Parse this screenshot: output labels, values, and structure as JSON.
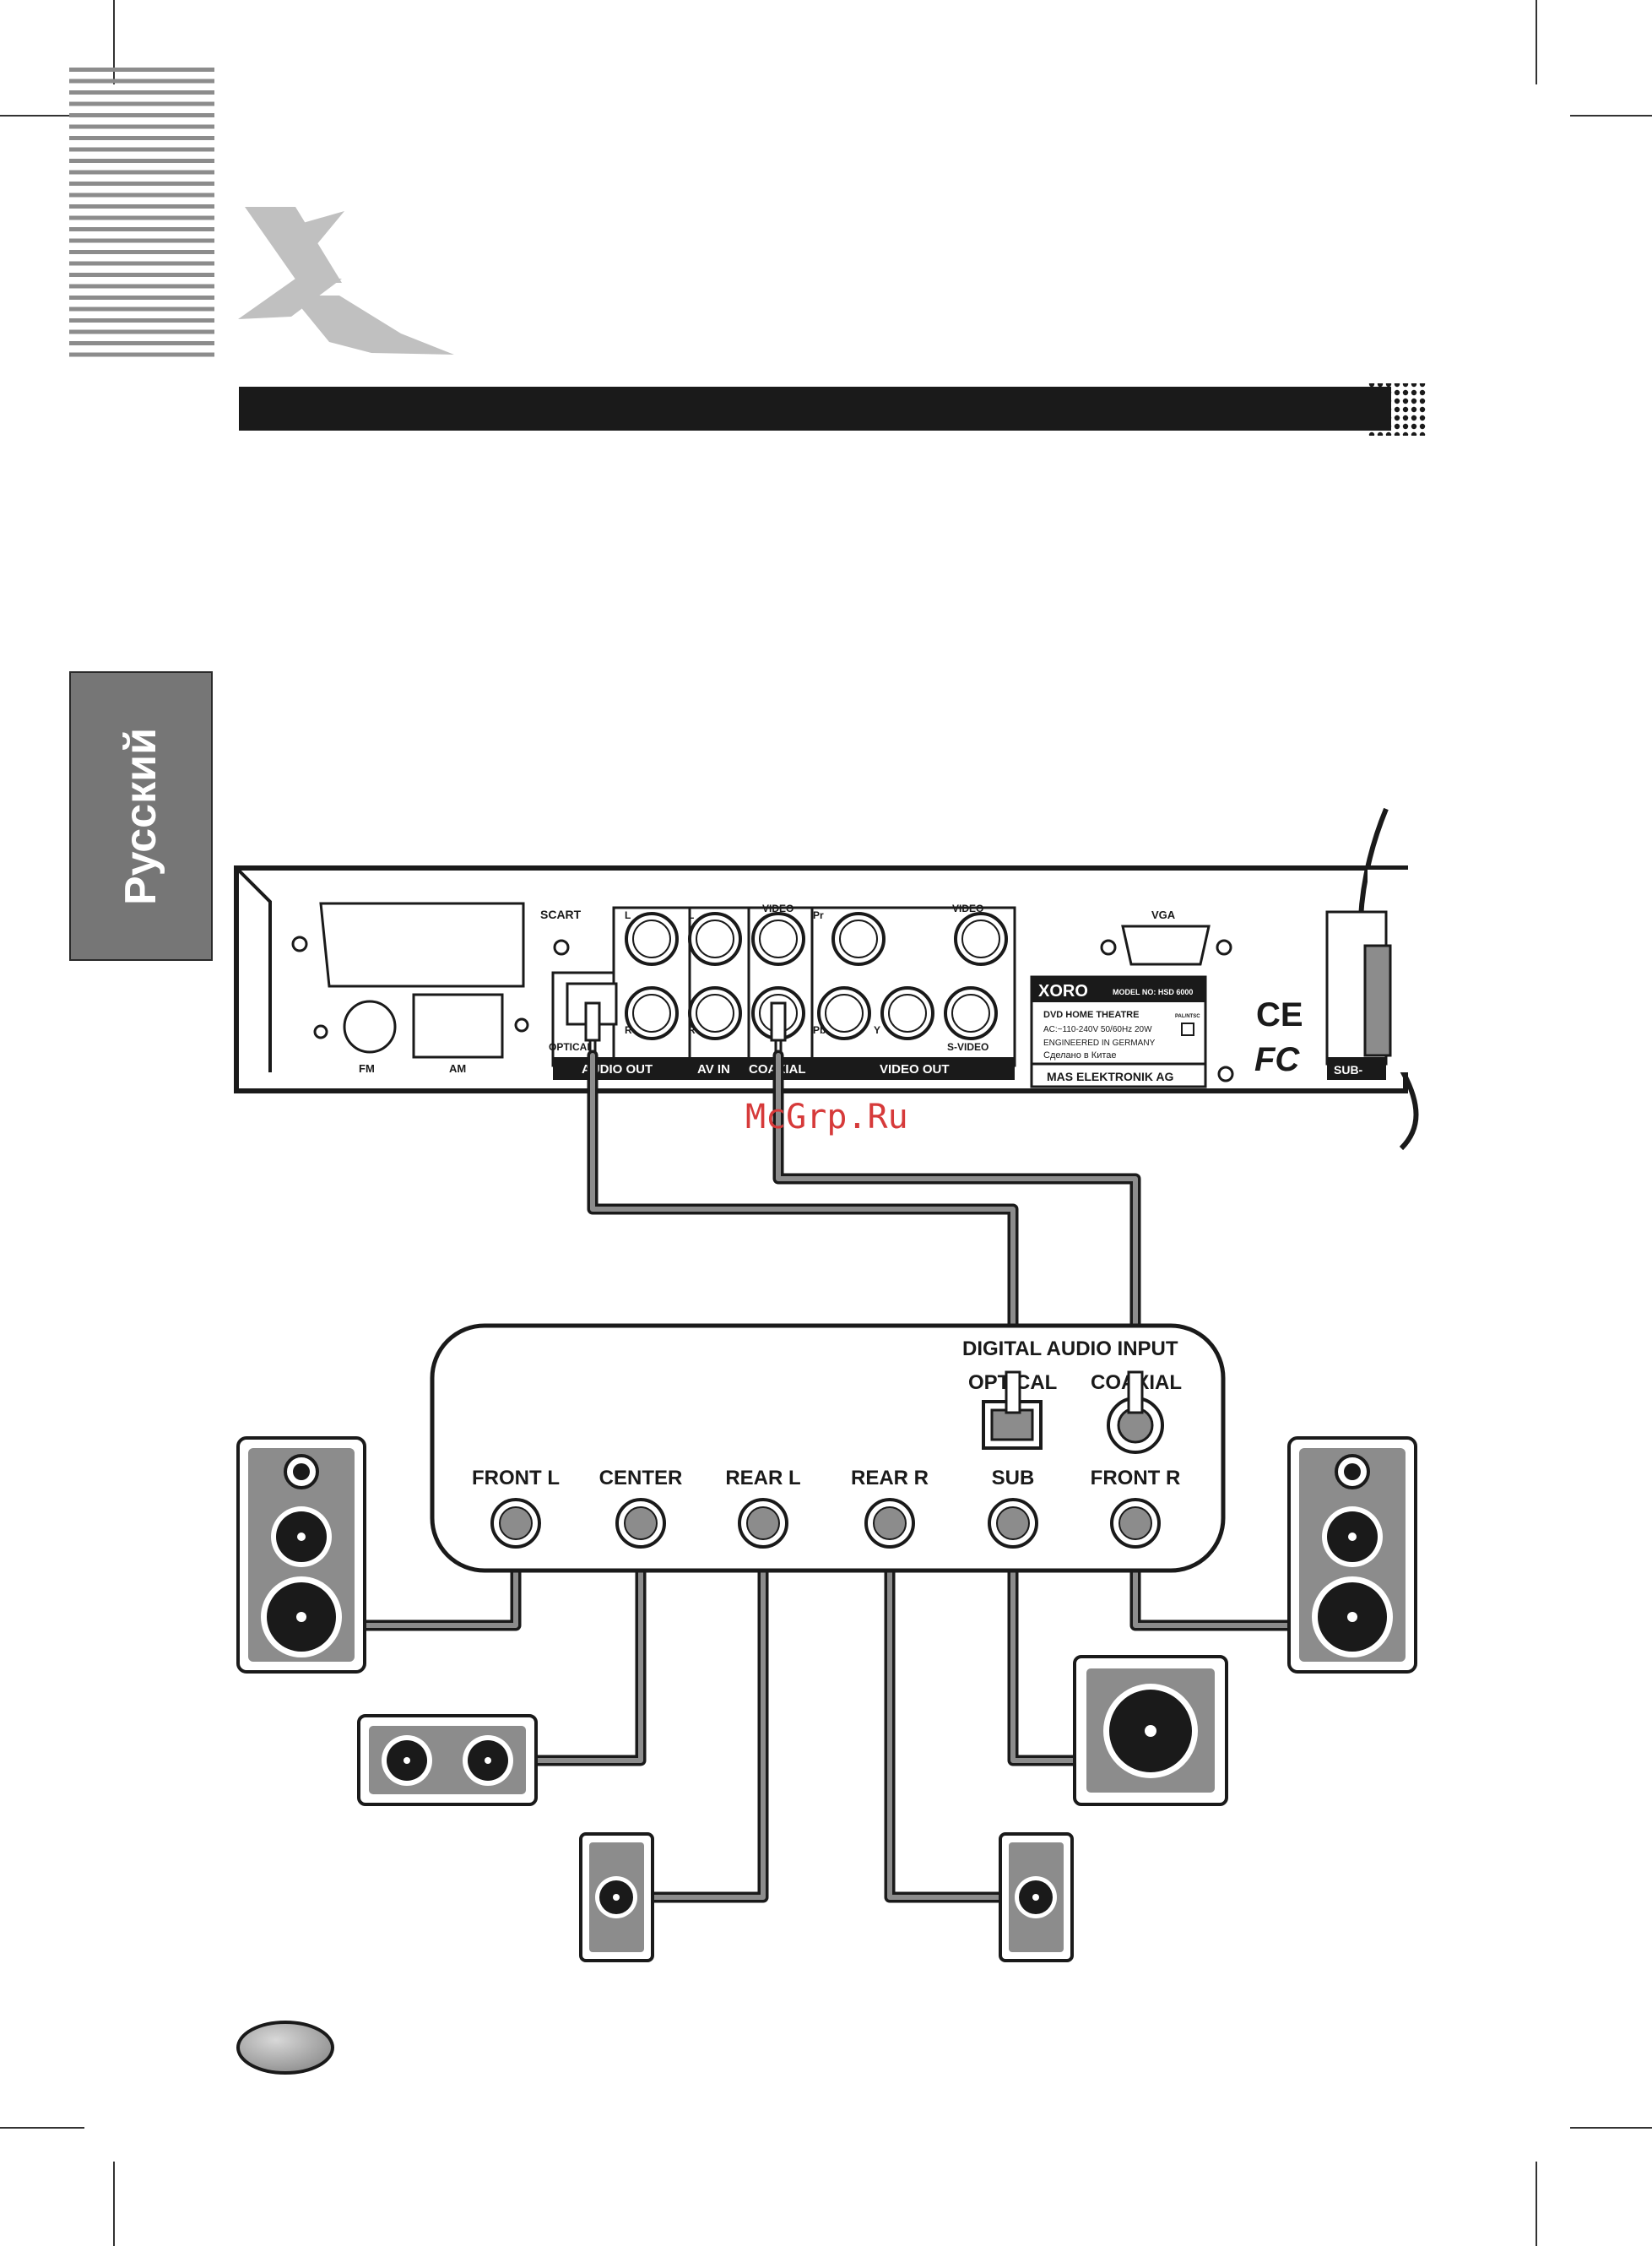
{
  "language_tab": "Русский",
  "watermark": "McGrp.Ru",
  "device": {
    "scart": "SCART",
    "fm": "FM",
    "am": "AM",
    "l1": "L",
    "l2": "L",
    "r1": "R",
    "r2": "R",
    "video1": "VIDEO",
    "video2": "VIDEO",
    "pr": "Pr",
    "pb": "Pb",
    "y": "Y",
    "svideo": "S-VIDEO",
    "optical": "OPTICAL",
    "audio_out": "AUDIO OUT",
    "av_in": "AV IN",
    "coaxial": "COAXIAL",
    "video_out": "VIDEO OUT",
    "vga": "VGA",
    "ce": "CE",
    "fc": "FC",
    "sub": "SUB-"
  },
  "rating_plate": {
    "brand": "XORO",
    "model": "MODEL NO: HSD 6000",
    "product": "DVD HOME THEATRE",
    "system": "PAL/NTSC",
    "power": "AC:~110-240V 50/60Hz 20W",
    "engineered": "ENGINEERED IN GERMANY",
    "made_in": "Сделано в Китае",
    "company": "MAS ELEKTRONIK AG"
  },
  "receiver": {
    "digital_audio_input": "DIGITAL AUDIO INPUT",
    "optical": "OPTICAL",
    "coaxial": "COAXIAL",
    "outputs": [
      "FRONT L",
      "CENTER",
      "REAR L",
      "REAR R",
      "SUB",
      "FRONT R"
    ]
  },
  "colors": {
    "dark": "#1a1a1a",
    "panel_gray": "#8c8c8c",
    "logo_gray": "#c0c0c0",
    "tab_gray": "#767676",
    "watermark": "#d63a3a"
  }
}
